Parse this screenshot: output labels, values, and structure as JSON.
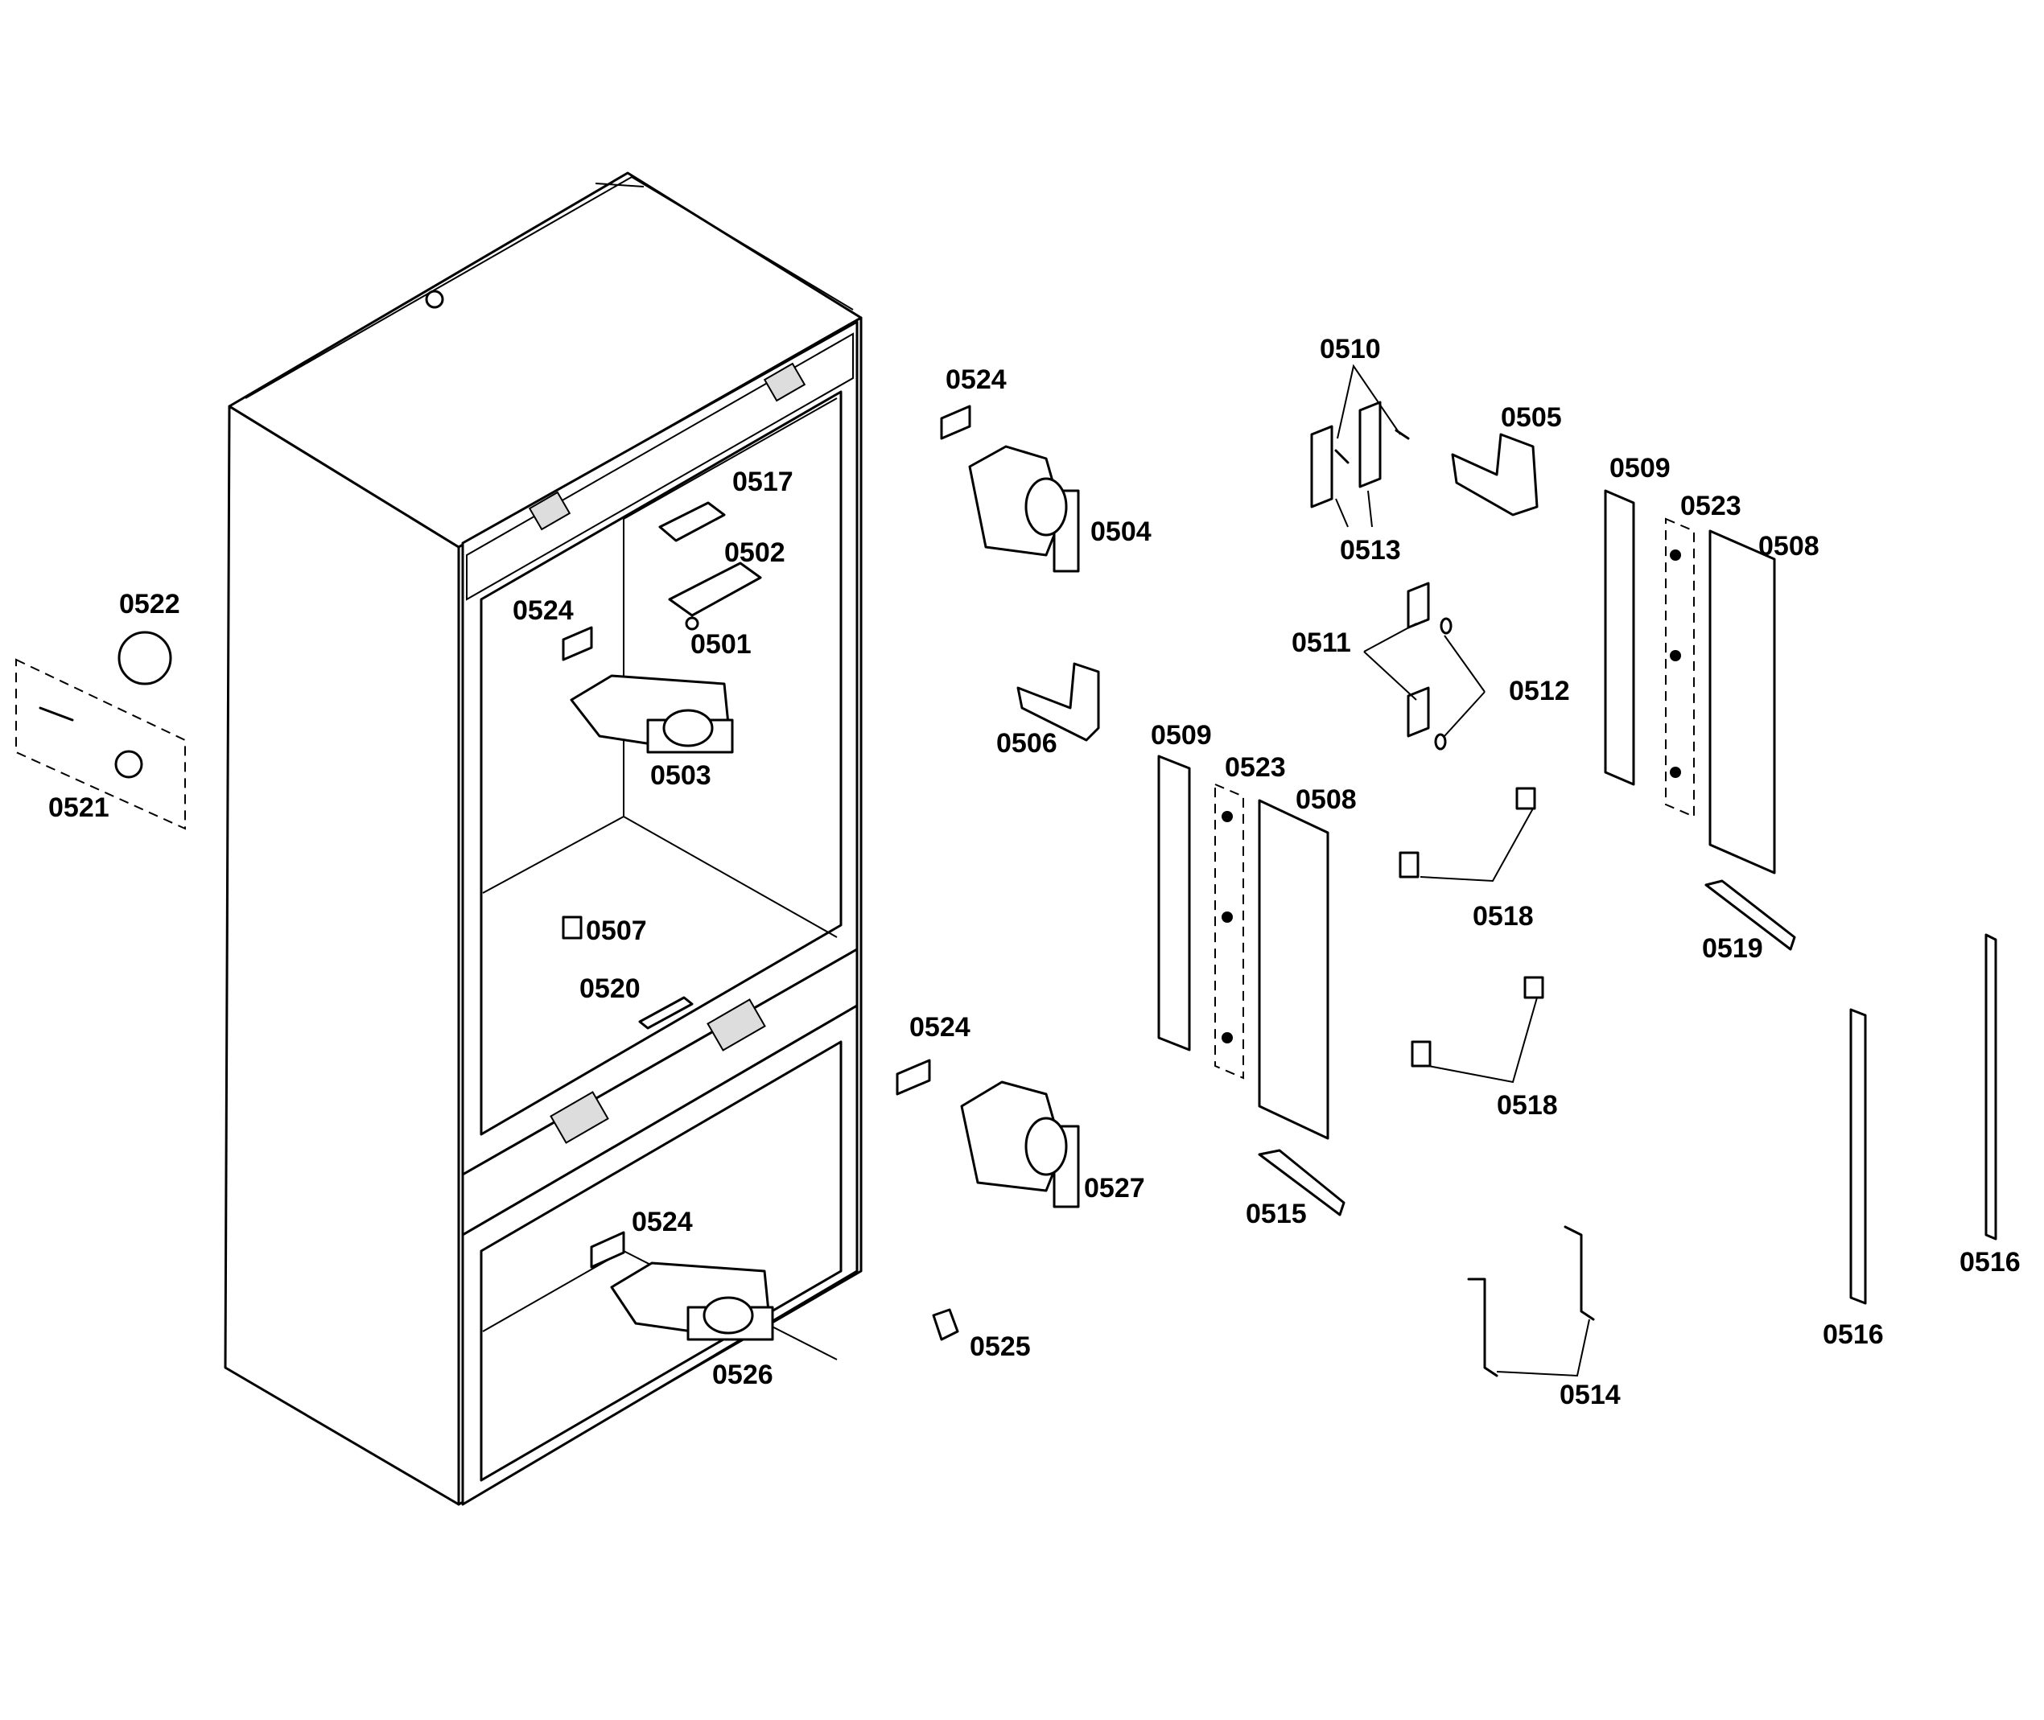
{
  "labels": {
    "p0501": "0501",
    "p0502": "0502",
    "p0503": "0503",
    "p0504": "0504",
    "p0505": "0505",
    "p0506": "0506",
    "p0507": "0507",
    "p0508_upper": "0508",
    "p0508_lower": "0508",
    "p0509_upper": "0509",
    "p0509_lower": "0509",
    "p0510": "0510",
    "p0511": "0511",
    "p0512": "0512",
    "p0513": "0513",
    "p0514": "0514",
    "p0515": "0515",
    "p0516_left": "0516",
    "p0516_right": "0516",
    "p0517": "0517",
    "p0518_upper": "0518",
    "p0518_lower": "0518",
    "p0519": "0519",
    "p0520": "0520",
    "p0521": "0521",
    "p0522": "0522",
    "p0523_upper": "0523",
    "p0523_lower": "0523",
    "p0524_top": "0524",
    "p0524_cabinet_upper": "0524",
    "p0524_mid": "0524",
    "p0524_cabinet_lower": "0524",
    "p0525": "0525",
    "p0526": "0526",
    "p0527": "0527"
  }
}
